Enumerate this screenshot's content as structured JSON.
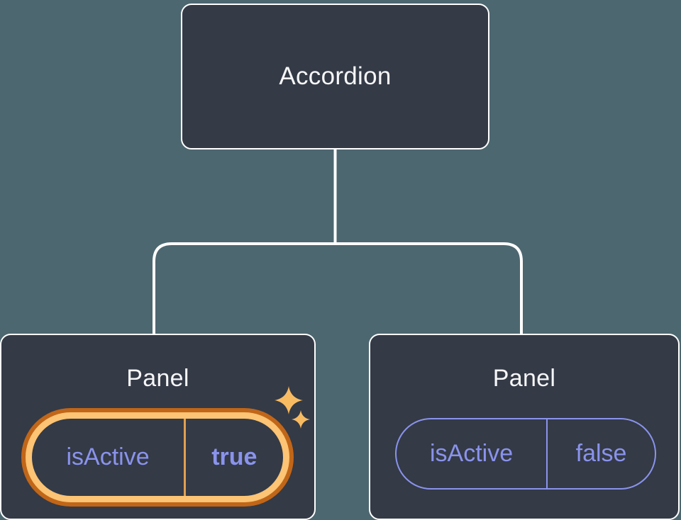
{
  "diagram": {
    "type": "component-tree",
    "root": {
      "label": "Accordion"
    },
    "panels": [
      {
        "title": "Panel",
        "prop": "isActive",
        "value": "true",
        "state": "active",
        "decorations": [
          "sparkle-icon",
          "sparkle-icon"
        ]
      },
      {
        "title": "Panel",
        "prop": "isActive",
        "value": "false",
        "state": "inactive"
      }
    ],
    "colors": {
      "background": "#4d6770",
      "node_fill": "#343a46",
      "node_border": "#ffffff",
      "node_text": "#f5f6f8",
      "state_text": "#8a93ec",
      "state_border": "#8a93ec",
      "ring_outer": "#c16618",
      "ring_inner": "#fcc474",
      "ring_divider": "#dfa050",
      "sparkle": "#f9bb62"
    }
  }
}
